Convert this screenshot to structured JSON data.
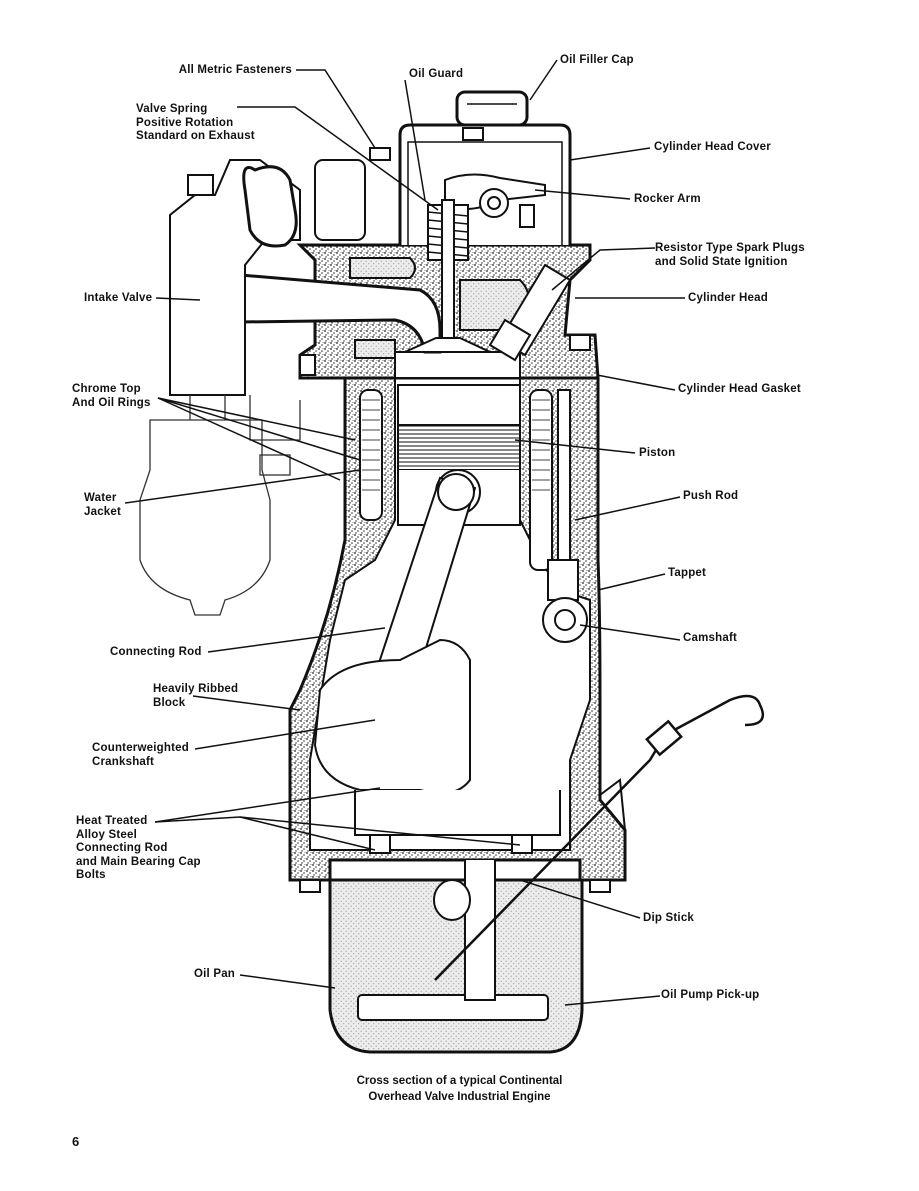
{
  "labels": {
    "all_metric_fasteners": "All Metric Fasteners",
    "oil_guard": "Oil Guard",
    "oil_filler_cap": "Oil Filler Cap",
    "valve_spring": "Valve Spring\nPositive Rotation\nStandard on Exhaust",
    "cylinder_head_cover": "Cylinder Head Cover",
    "rocker_arm": "Rocker Arm",
    "spark_plugs": "Resistor Type Spark Plugs\nand Solid State Ignition",
    "intake_valve": "Intake Valve",
    "cylinder_head": "Cylinder Head",
    "chrome_rings": "Chrome Top\nAnd Oil Rings",
    "head_gasket": "Cylinder Head Gasket",
    "piston": "Piston",
    "water_jacket": "Water\nJacket",
    "push_rod": "Push Rod",
    "tappet": "Tappet",
    "camshaft": "Camshaft",
    "connecting_rod": "Connecting Rod",
    "ribbed_block": "Heavily Ribbed\nBlock",
    "crankshaft": "Counterweighted\nCrankshaft",
    "bolts": "Heat Treated\nAlloy Steel\nConnecting Rod\nand Main Bearing Cap\nBolts",
    "dip_stick": "Dip Stick",
    "oil_pan": "Oil Pan",
    "pump_pickup": "Oil Pump Pick-up"
  },
  "caption": "Cross section of a typical Continental\nOverhead Valve Industrial Engine",
  "page_number": "6"
}
